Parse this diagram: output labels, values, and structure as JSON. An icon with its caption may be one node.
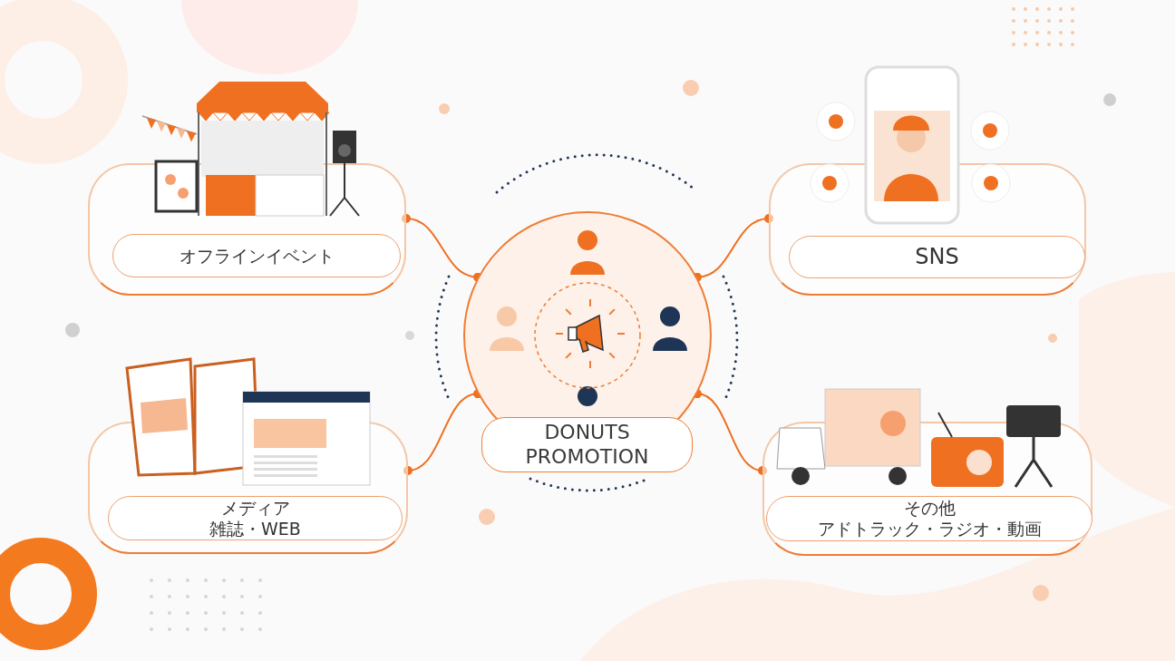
{
  "diagram": {
    "nodes": [
      {
        "text": [
          "DONUTS PROMOTION"
        ]
      },
      {
        "text": [
          "オフラインイベント"
        ]
      },
      {
        "text": [
          "SNS"
        ]
      },
      {
        "text": [
          "メディア",
          "雑誌・WEB"
        ]
      },
      {
        "text": [
          "その他",
          "アドトラック・ラジオ・動画"
        ]
      }
    ],
    "edges": [
      {
        "from": 0,
        "to": 1,
        "arrow": "other"
      },
      {
        "from": 0,
        "to": 2,
        "arrow": "other"
      },
      {
        "from": 0,
        "to": 3,
        "arrow": "other"
      },
      {
        "from": 0,
        "to": 4,
        "arrow": "other"
      }
    ]
  }
}
